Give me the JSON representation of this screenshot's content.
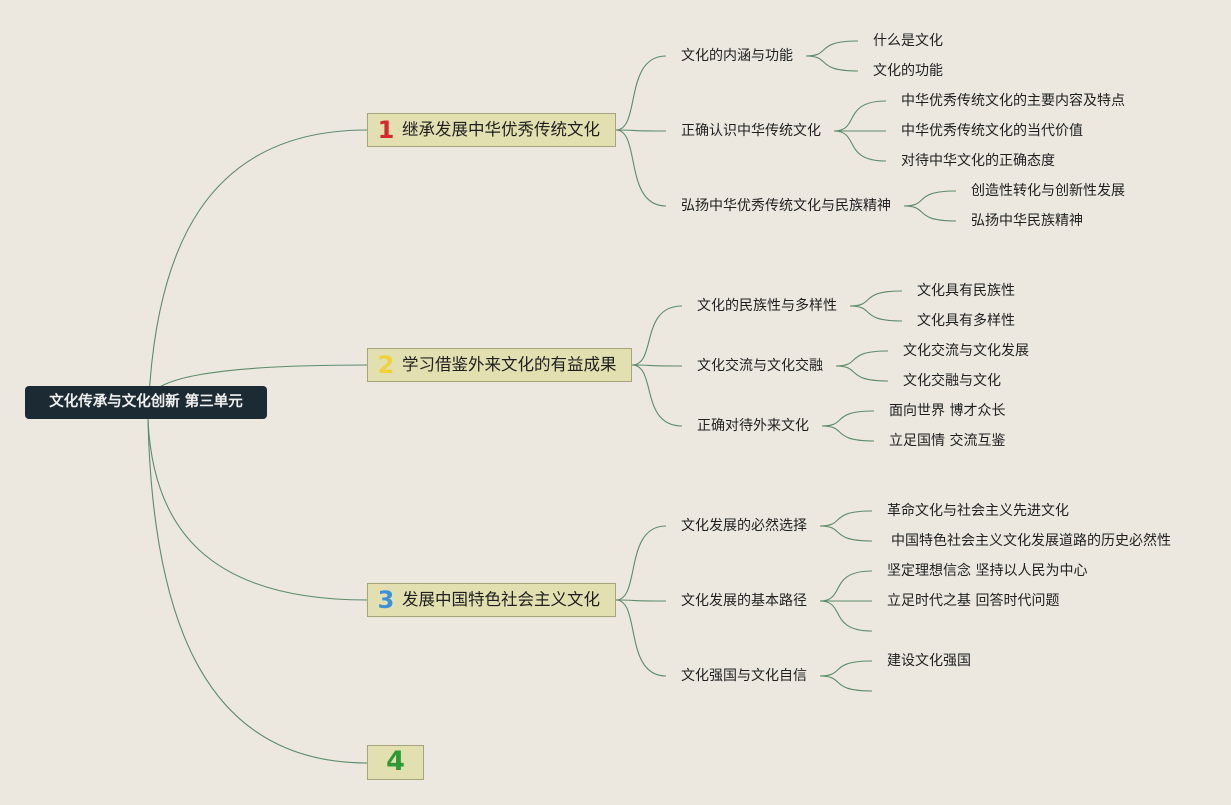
{
  "root": {
    "label": "文化传承与文化创新 第三单元"
  },
  "branches": [
    {
      "number": "1",
      "number_color": "#d8282e",
      "label": "继承发展中华优秀传统文化",
      "children": [
        {
          "label": "文化的内涵与功能",
          "children": [
            "什么是文化",
            "文化的功能"
          ]
        },
        {
          "label": "正确认识中华传统文化",
          "children": [
            "中华优秀传统文化的主要内容及特点",
            "中华优秀传统文化的当代价值",
            "对待中华文化的正确态度"
          ]
        },
        {
          "label": "弘扬中华优秀传统文化与民族精神",
          "children": [
            "创造性转化与创新性发展",
            "弘扬中华民族精神"
          ]
        }
      ]
    },
    {
      "number": "2",
      "number_color": "#f0d238",
      "label": "学习借鉴外来文化的有益成果",
      "children": [
        {
          "label": "文化的民族性与多样性",
          "children": [
            "文化具有民族性",
            "文化具有多样性"
          ]
        },
        {
          "label": "文化交流与文化交融",
          "children": [
            "文化交流与文化发展",
            "文化交融与文化"
          ]
        },
        {
          "label": "正确对待外来文化",
          "children": [
            "面向世界 博才众长",
            "立足国情 交流互鉴"
          ]
        }
      ]
    },
    {
      "number": "3",
      "number_color": "#3a92d8",
      "label": "发展中国特色社会主义文化",
      "children": [
        {
          "label": "文化发展的必然选择",
          "children": [
            "革命文化与社会主义先进文化",
            "中国特色社会主义文化发展道路的历史必然性"
          ]
        },
        {
          "label": "文化发展的基本路径",
          "children": [
            "坚定理想信念 坚持以人民为中心",
            "立足时代之基 回答时代问题",
            ""
          ]
        },
        {
          "label": "文化强国与文化自信",
          "children": [
            "建设文化强国",
            ""
          ]
        }
      ]
    },
    {
      "number": "4",
      "number_color": "#2c9a35",
      "label": "",
      "children": []
    }
  ]
}
